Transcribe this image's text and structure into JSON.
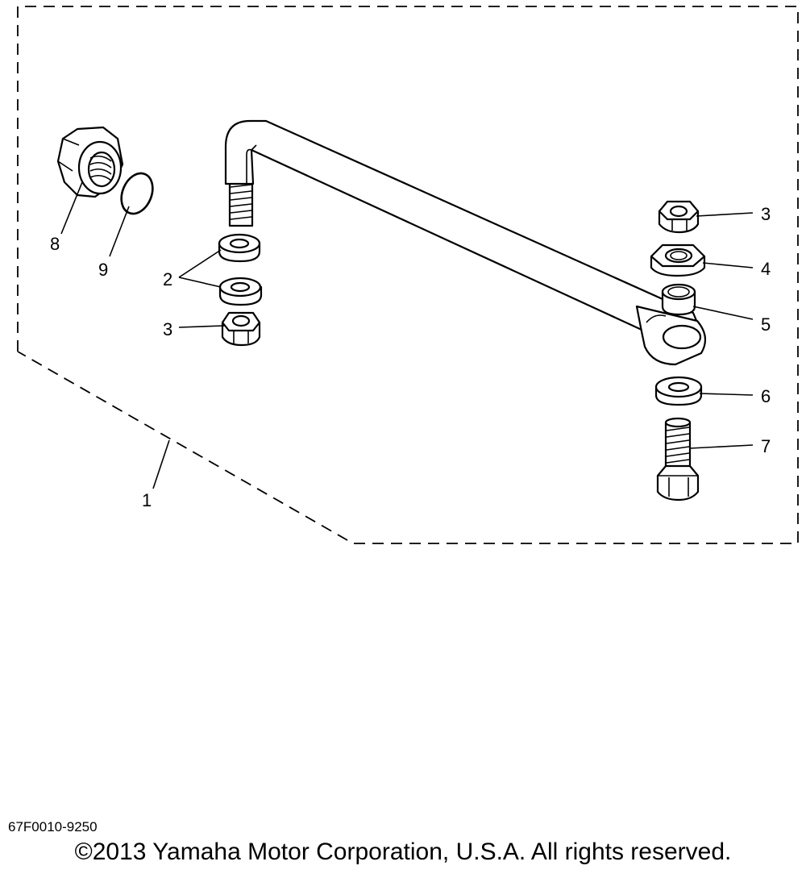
{
  "diagram": {
    "callouts": {
      "c1": "1",
      "c2": "2",
      "c3a": "3",
      "c3b": "3",
      "c4": "4",
      "c5": "5",
      "c6": "6",
      "c7": "7",
      "c8": "8",
      "c9": "9"
    },
    "drawing_code": "67F0010-9250",
    "copyright": "©2013 Yamaha Motor Corporation, U.S.A. All rights reserved."
  },
  "colors": {
    "line": "#000000",
    "background": "#ffffff"
  },
  "icons": [
    "steering-rod",
    "washer",
    "nut",
    "bolt",
    "collar",
    "cap-nut",
    "o-ring"
  ]
}
